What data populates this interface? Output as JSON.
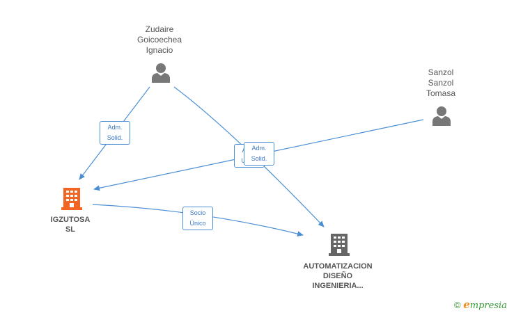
{
  "nodes": {
    "zudaire": {
      "label_lines": [
        "Zudaire",
        "Goicoechea",
        "Ignacio"
      ]
    },
    "sanzol": {
      "label_lines": [
        "Sanzol",
        "Sanzol",
        "Tomasa"
      ]
    },
    "igzutosa": {
      "label_lines": [
        "IGZUTOSA",
        "SL"
      ],
      "color": "#f26522"
    },
    "automatizacion": {
      "label_lines": [
        "AUTOMATIZACION",
        "DISEÑO",
        "INGENIERIA..."
      ],
      "color": "#666666"
    }
  },
  "edges": {
    "zudaire_igzutosa": {
      "label_lines": [
        "Adm.",
        "Solid."
      ]
    },
    "zudaire_automatizacion": {
      "label_lines": [
        "Adm.",
        "Unico"
      ]
    },
    "sanzol_igzutosa": {
      "label_lines": [
        "Adm.",
        "Solid."
      ]
    },
    "igzutosa_automatizacion": {
      "label_lines": [
        "Socio",
        "Único"
      ]
    }
  },
  "colors": {
    "edge": "#4a8fd6",
    "person_icon": "#777777"
  },
  "brand": {
    "copyright": "©",
    "initial": "e",
    "rest": "mpresia"
  }
}
